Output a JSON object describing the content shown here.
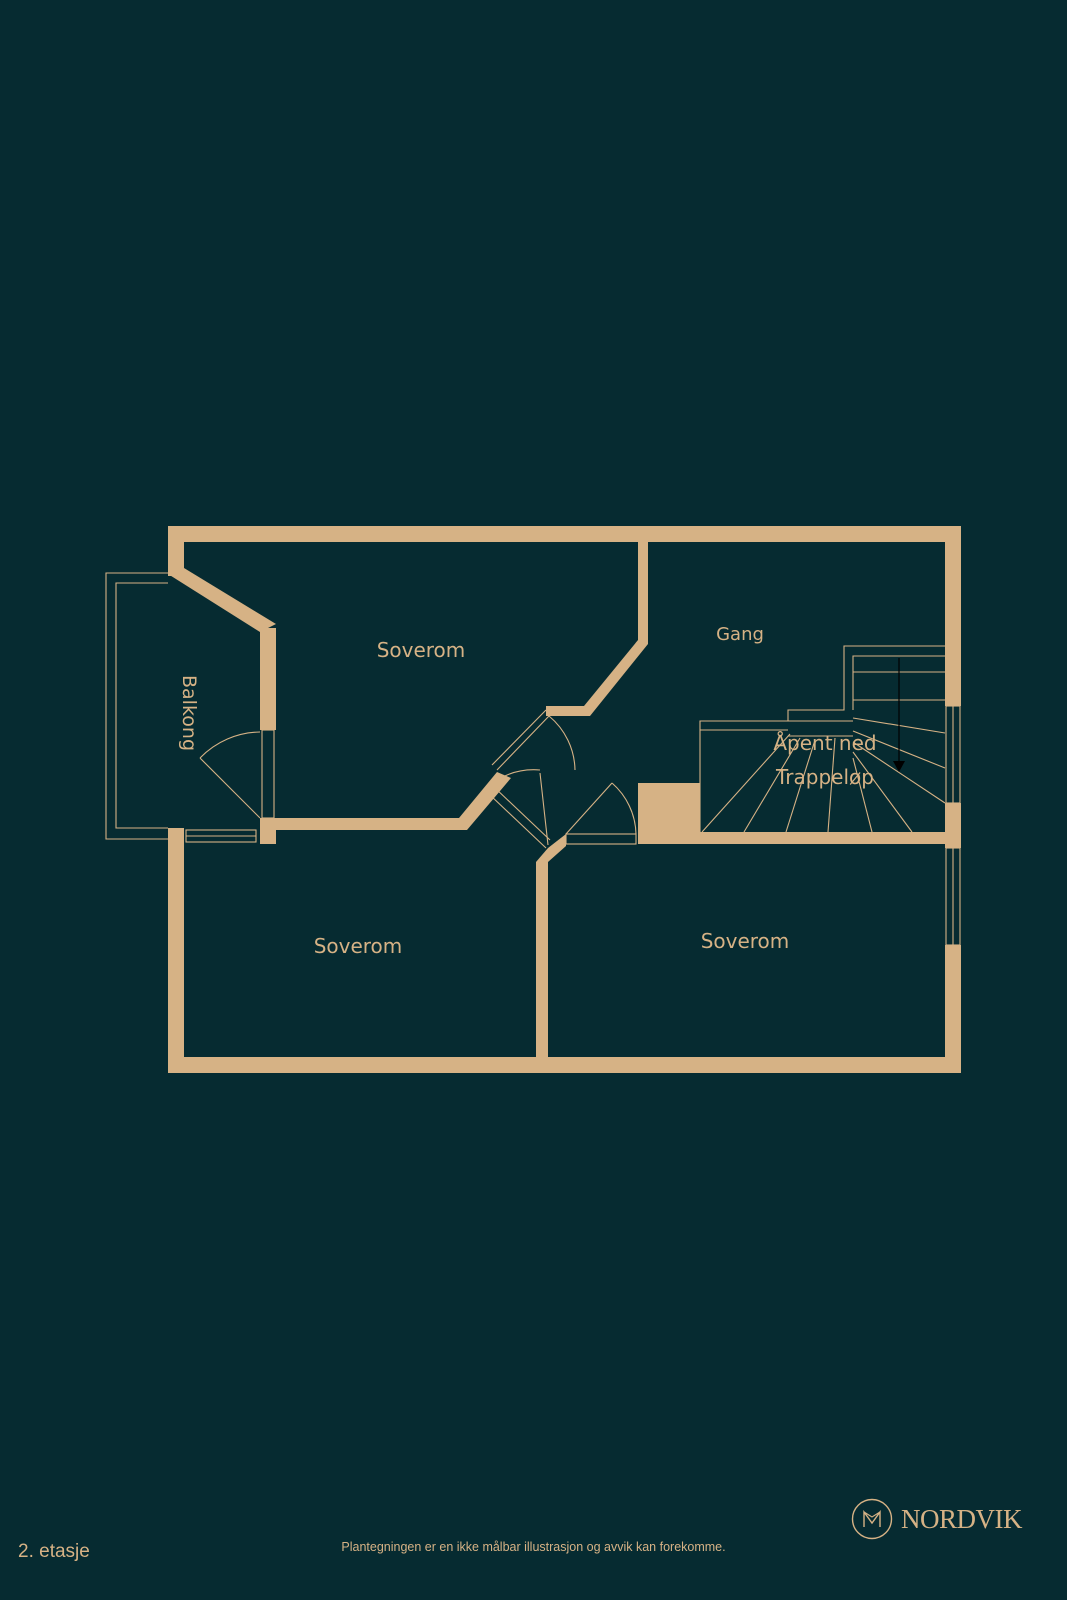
{
  "plan": {
    "rooms": [
      {
        "key": "bedroom_top",
        "label": "Soverom"
      },
      {
        "key": "hall",
        "label": "Gang"
      },
      {
        "key": "balcony",
        "label": "Balkong"
      },
      {
        "key": "stair_open",
        "label": "Åpent ned"
      },
      {
        "key": "stair_run",
        "label": "Trappeløp"
      },
      {
        "key": "bedroom_bottom_left",
        "label": "Soverom"
      },
      {
        "key": "bedroom_bottom_right",
        "label": "Soverom"
      }
    ]
  },
  "footer": {
    "floor": "2. etasje",
    "disclaimer": "Plantegningen er en ikke målbar illustrasjon og avvik kan forekomme.",
    "brand": "NORDVIK"
  },
  "colors": {
    "background": "#062b31",
    "wall": "#d6b285"
  }
}
